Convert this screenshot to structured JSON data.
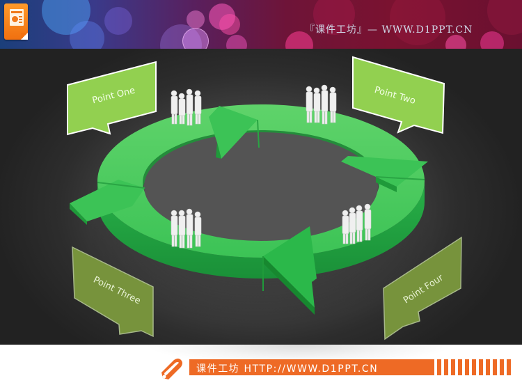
{
  "header": {
    "title": "『课件工坊』— WWW.D1PPT.CN",
    "logo_icon": "presentation-file-icon"
  },
  "diagram": {
    "type": "cycle",
    "ring_color": "#3cc356",
    "ring_side_color": "#1f9a3a",
    "background_color": "#3a3a3a",
    "arrow_direction": "clockwise",
    "segments": 4,
    "people_icon": "people-group-icon",
    "callouts": [
      {
        "label": "Point One",
        "fill": "#92d050",
        "position": "top-left"
      },
      {
        "label": "Point Two",
        "fill": "#92d050",
        "position": "top-right"
      },
      {
        "label": "Point Three",
        "fill": "#77933c",
        "position": "bottom-left"
      },
      {
        "label": "Point Four",
        "fill": "#77933c",
        "position": "bottom-right"
      }
    ]
  },
  "footer": {
    "text": "课件工坊 HTTP://WWW.D1PPT.CN",
    "accent_color": "#ee6a25",
    "icon": "pencil-icon",
    "stripe_count": 11
  }
}
